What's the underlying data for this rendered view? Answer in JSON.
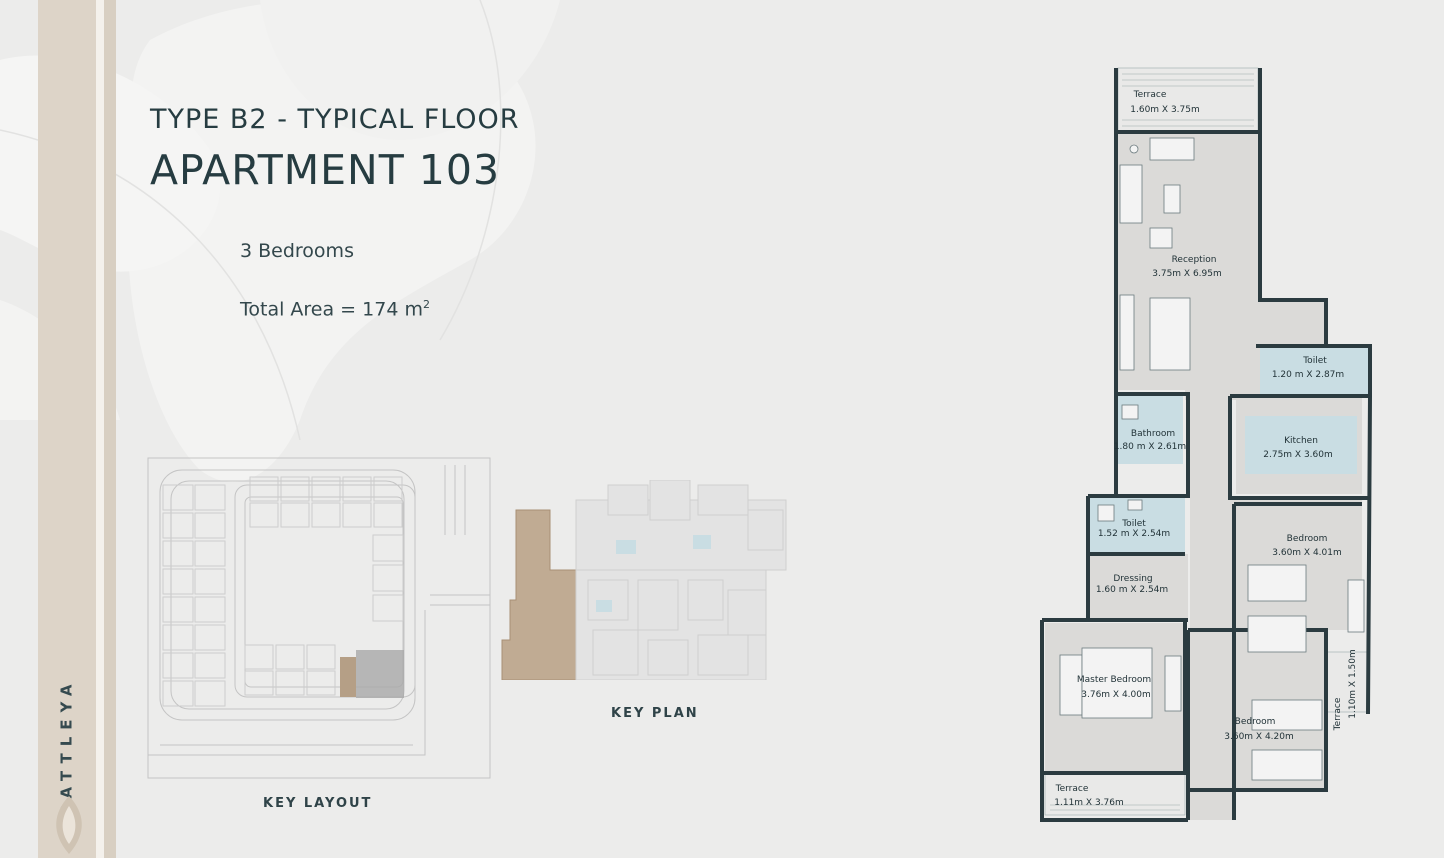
{
  "header": {
    "subtitle": "TYPE B2 - TYPICAL FLOOR",
    "title": "APARTMENT 103"
  },
  "details": {
    "bedrooms": "3 Bedrooms",
    "area_label": "Total Area = 174 m",
    "area_sup": "2"
  },
  "brand": {
    "name": "CATTLEYA"
  },
  "captions": {
    "key_layout": "KEY  LAYOUT",
    "key_plan": "KEY  PLAN"
  },
  "rooms": {
    "terrace_top": {
      "name": "Terrace",
      "size": "1.60m X 3.75m"
    },
    "reception": {
      "name": "Reception",
      "size": "3.75m X 6.95m"
    },
    "toilet_1": {
      "name": "Toilet",
      "size": "1.20 m X 2.87m"
    },
    "bathroom": {
      "name": "Bathroom",
      "size": "1.80 m X 2.61m"
    },
    "kitchen": {
      "name": "Kitchen",
      "size": "2.75m X 3.60m"
    },
    "toilet_2": {
      "name": "Toilet",
      "size": "1.52 m X 2.54m"
    },
    "bedroom_1": {
      "name": "Bedroom",
      "size": "3.60m X 4.01m"
    },
    "dressing": {
      "name": "Dressing",
      "size": "1.60 m X 2.54m"
    },
    "master_bedroom": {
      "name": "Master Bedroom",
      "size": "3.76m X 4.00m"
    },
    "bedroom_2": {
      "name": "Bedroom",
      "size": "3.60m X 4.20m"
    },
    "terrace_side": {
      "name": "Terrace",
      "size": "1.10m X 1.50m"
    },
    "terrace_bottom": {
      "name": "Terrace",
      "size": "1.11m X 3.76m"
    }
  },
  "colors": {
    "background": "#ececeb",
    "accent_beige": "#ddd4c8",
    "text_dark": "#263c41",
    "wet_room_blue": "#c9dde3",
    "highlight_unit": "#b59f86"
  }
}
